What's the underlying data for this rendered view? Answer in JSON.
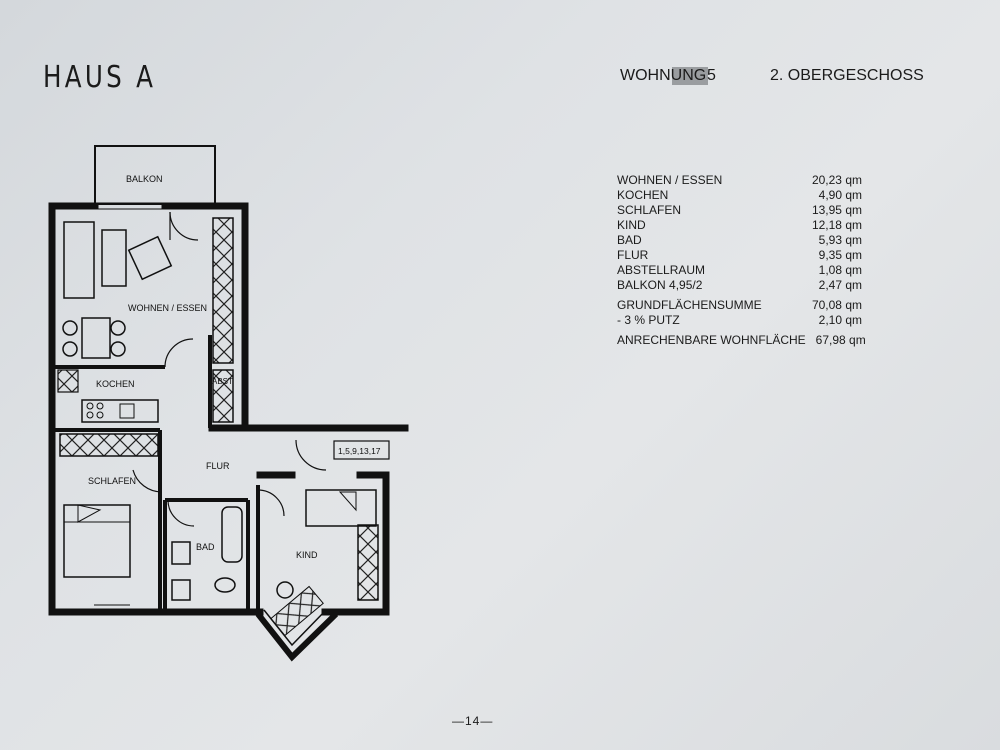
{
  "house_title": "HAUS A",
  "apartment": {
    "label": "WOHNUNG",
    "number": "5",
    "floor": "2. OBERGESCHOSS"
  },
  "rooms_labels": {
    "balkon": "BALKON",
    "wohnen": "WOHNEN / ESSEN",
    "kochen": "KOCHEN",
    "abst": "ABST",
    "flur": "FLUR",
    "schlafen": "SCHLAFEN",
    "bad": "BAD",
    "kind": "KIND",
    "refs": "1,5,9,13,17"
  },
  "areas": [
    {
      "name": "WOHNEN / ESSEN",
      "value": "20,23 qm"
    },
    {
      "name": "KOCHEN",
      "value": "4,90 qm"
    },
    {
      "name": "SCHLAFEN",
      "value": "13,95 qm"
    },
    {
      "name": "KIND",
      "value": "12,18 qm"
    },
    {
      "name": "BAD",
      "value": "5,93 qm"
    },
    {
      "name": "FLUR",
      "value": "9,35 qm"
    },
    {
      "name": "ABSTELLRAUM",
      "value": "1,08 qm"
    },
    {
      "name": "BALKON 4,95/2",
      "value": "2,47 qm"
    }
  ],
  "totals": [
    {
      "name": "GRUNDFLÄCHENSUMME",
      "value": "70,08 qm"
    },
    {
      "name": "- 3 % PUTZ",
      "value": "2,10 qm"
    }
  ],
  "result": {
    "name": "ANRECHENBARE WOHNFLÄCHE",
    "value": "67,98 qm"
  },
  "page_number": "—14—"
}
